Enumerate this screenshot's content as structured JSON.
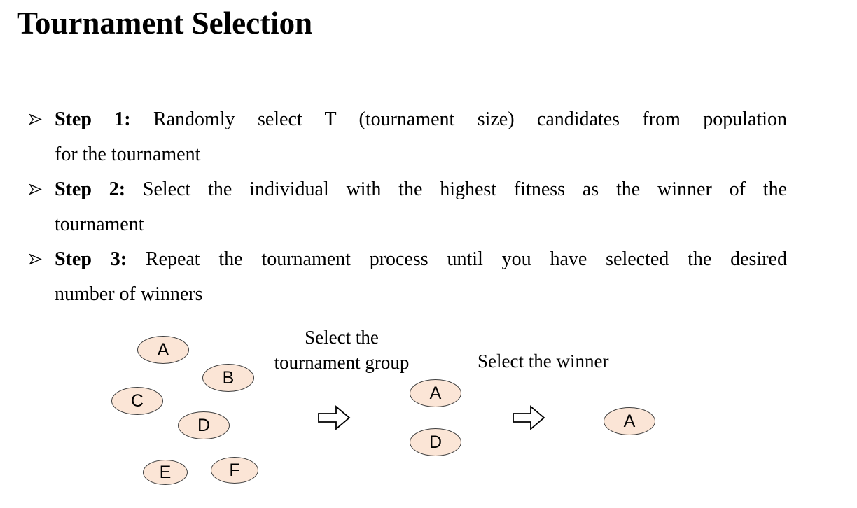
{
  "title": "Tournament Selection",
  "colors": {
    "node_fill": "#fbe5d6",
    "node_border": "#3f3f3f"
  },
  "icons": {
    "bullet": "right-arrowhead-outline",
    "flow_arrow": "right-block-arrow-outline"
  },
  "bullets": {
    "items": [
      {
        "label": "Step 1:",
        "lines": [
          "Randomly select T (tournament size) candidates from population",
          "for the tournament"
        ]
      },
      {
        "label": "Step 2:",
        "lines": [
          "Select the individual with the highest fitness as the winner of the",
          "tournament"
        ]
      },
      {
        "label": "Step 3:",
        "lines": [
          "Repeat the tournament process until you have selected the desired",
          "number of winners"
        ]
      }
    ]
  },
  "diagram": {
    "population": [
      "A",
      "B",
      "C",
      "D",
      "E",
      "F"
    ],
    "tournament_group": [
      "A",
      "D"
    ],
    "winner": "A",
    "captions": {
      "group": [
        "Select the",
        "tournament group"
      ],
      "winner": "Select the winner"
    }
  }
}
